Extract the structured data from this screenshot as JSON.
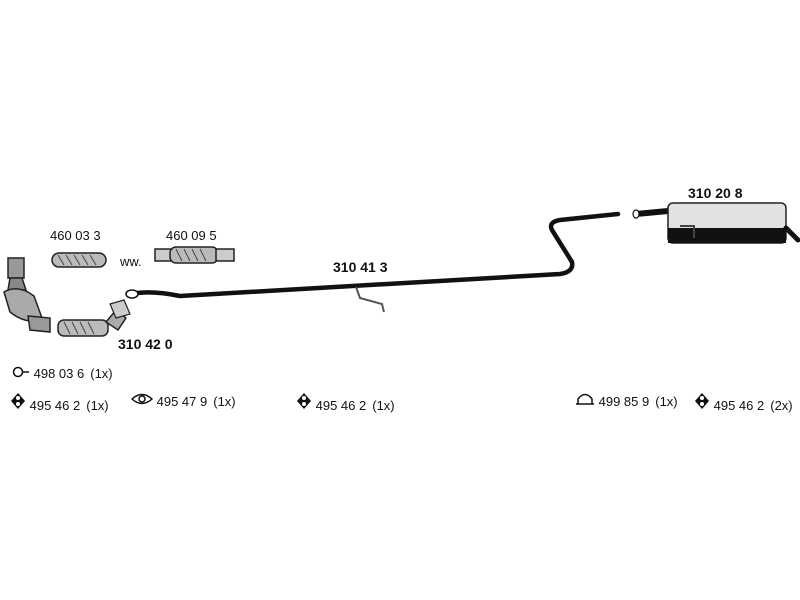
{
  "parts": {
    "flex_pipe_a": "460 03 3",
    "flex_pipe_b": "460 09 5",
    "alternative": "ww.",
    "middle_pipe": "310 41 3",
    "rear_muffler": "310 20 8",
    "front_pipe": "310 42 0"
  },
  "legend": [
    {
      "part": "498 03 6",
      "qty": "(1x)",
      "icon": "clamp-ring-icon"
    },
    {
      "part": "495 46 2",
      "qty": "(1x)",
      "icon": "rubber-hanger-icon"
    },
    {
      "part": "495 47 9",
      "qty": "(1x)",
      "icon": "flange-gasket-icon"
    },
    {
      "part": "495 46 2",
      "qty": "(1x)",
      "icon": "rubber-hanger-icon"
    },
    {
      "part": "499 85 9",
      "qty": "(1x)",
      "icon": "u-clamp-icon"
    },
    {
      "part": "495 46 2",
      "qty": "(2x)",
      "icon": "rubber-hanger-icon"
    }
  ]
}
